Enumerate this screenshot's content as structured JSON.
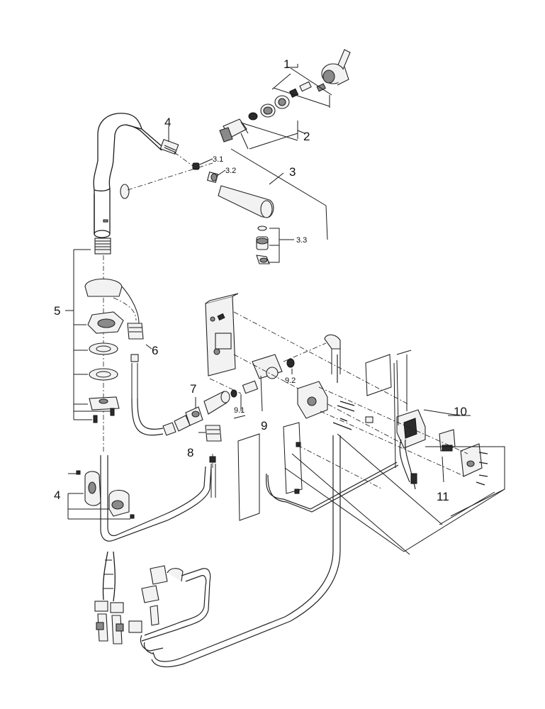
{
  "diagram": {
    "labels": {
      "l1": "1",
      "l2": "2",
      "l3": "3",
      "l3_1": "3.1",
      "l3_2": "3.2",
      "l3_3": "3.3",
      "l4_top": "4",
      "l4_bottom": "4",
      "l5": "5",
      "l6": "6",
      "l7": "7",
      "l8": "8",
      "l9": "9",
      "l9_1": "9.1",
      "l9_2": "9.2",
      "l10": "10",
      "l11": "11"
    },
    "colors": {
      "line": "#1a1a1a",
      "part_fill": "#f2f2f2",
      "part_dark": "#8a8a8a",
      "background": "#ffffff"
    }
  }
}
